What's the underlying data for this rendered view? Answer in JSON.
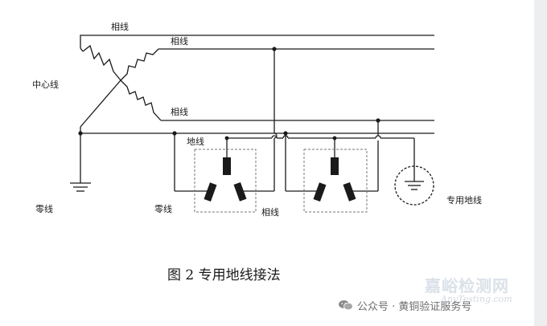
{
  "diagram": {
    "labels": {
      "phase_top": "相线",
      "phase_2": "相线",
      "phase_3": "相线",
      "neutral_point": "中心线",
      "earth_wire": "地线",
      "zero_line_left": "零线",
      "zero_line_socket": "零线",
      "phase_socket": "相线",
      "dedicated_ground": "专用地线"
    }
  },
  "caption": "图 2  专用地线接法",
  "watermark": {
    "text": "嘉峪检测网",
    "sub": "AnyTesting.com"
  },
  "footer": {
    "account": "公众号 · 黄铜验证服务号",
    "icon": "wechat-icon"
  },
  "colors": {
    "line": "#1a1a1a",
    "dashed_box": "#777777",
    "text_muted": "#6d6d6d"
  }
}
